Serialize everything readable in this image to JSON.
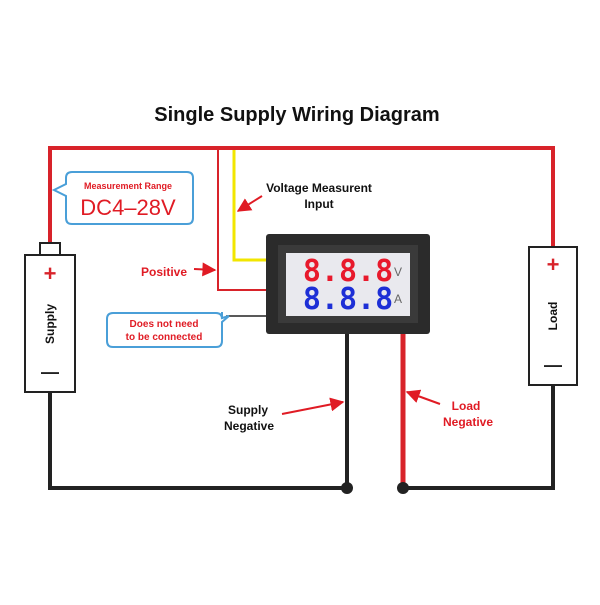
{
  "title": "Single Supply Wiring Diagram",
  "callouts": {
    "range_heading": "Measurement Range",
    "range_value": "DC4–28V",
    "not_connected_line1": "Does not need",
    "not_connected_line2": "to be connected"
  },
  "labels": {
    "voltage_line1": "Voltage Measurent",
    "voltage_line2": "Input",
    "positive": "Positive",
    "supply_negative_line1": "Supply",
    "supply_negative_line2": "Negative",
    "load_negative_line1": "Load",
    "load_negative_line2": "Negative"
  },
  "supply": {
    "label": "Supply",
    "plus": "+",
    "minus": "—"
  },
  "load": {
    "label": "Load",
    "plus": "+",
    "minus": "—"
  },
  "meter": {
    "voltage_digits": "8.8.8",
    "voltage_unit": "V",
    "current_digits": "8.8.8",
    "current_unit": "A"
  },
  "colors": {
    "wire_red": "#d8232a",
    "wire_black": "#222222",
    "wire_yellow": "#f2e600",
    "arrow_red": "#e01b24",
    "callout_blue": "#4a9fd8",
    "voltage_digits": "#e8192c",
    "current_digits": "#1d2fd6",
    "meter_body": "#2b2b2b",
    "meter_screen": "#e9e9ee"
  }
}
